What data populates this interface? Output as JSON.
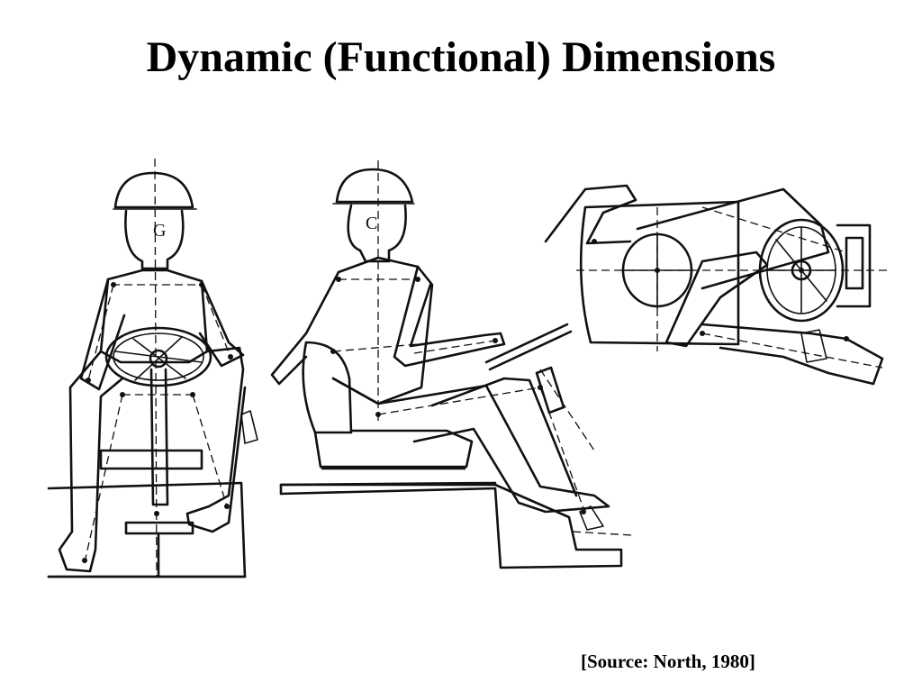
{
  "slide": {
    "title": "Dynamic (Functional) Dimensions",
    "source": "[Source: North, 1980]"
  },
  "figure": {
    "views": [
      "front-view-seated-operator",
      "side-view-seated-operator",
      "top-view-seated-operator"
    ]
  }
}
